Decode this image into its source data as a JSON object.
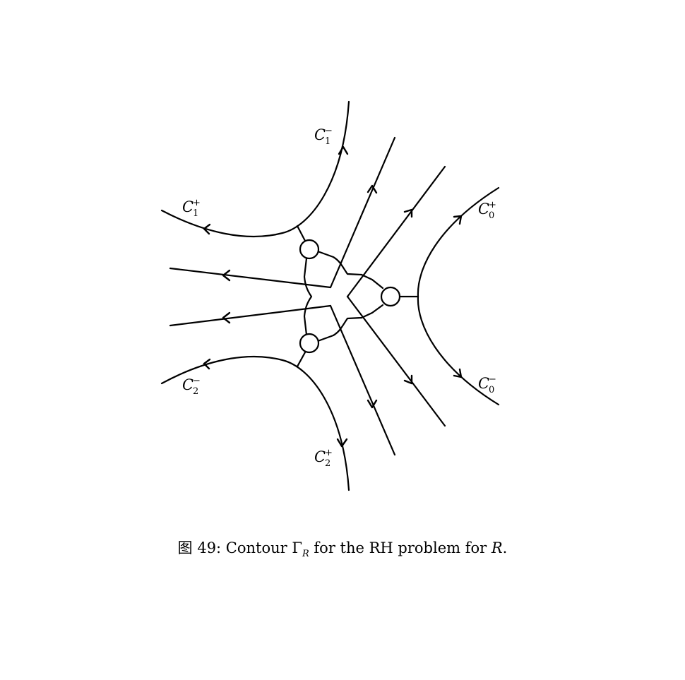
{
  "figure": {
    "caption_prefix": "图 49: Contour Γ",
    "caption_sub": "R",
    "caption_mid": " for the RH problem for ",
    "caption_end_italic": "R",
    "caption_end": "."
  },
  "labels": {
    "c1_minus": {
      "base": "C",
      "sub": "1",
      "sup": "−"
    },
    "c1_plus": {
      "base": "C",
      "sub": "1",
      "sup": "+"
    },
    "c0_plus": {
      "base": "C",
      "sub": "0",
      "sup": "+"
    },
    "c0_minus": {
      "base": "C",
      "sub": "0",
      "sup": "−"
    },
    "c2_minus": {
      "base": "C",
      "sub": "2",
      "sup": "−"
    },
    "c2_plus": {
      "base": "C",
      "sub": "2",
      "sup": "+"
    }
  }
}
